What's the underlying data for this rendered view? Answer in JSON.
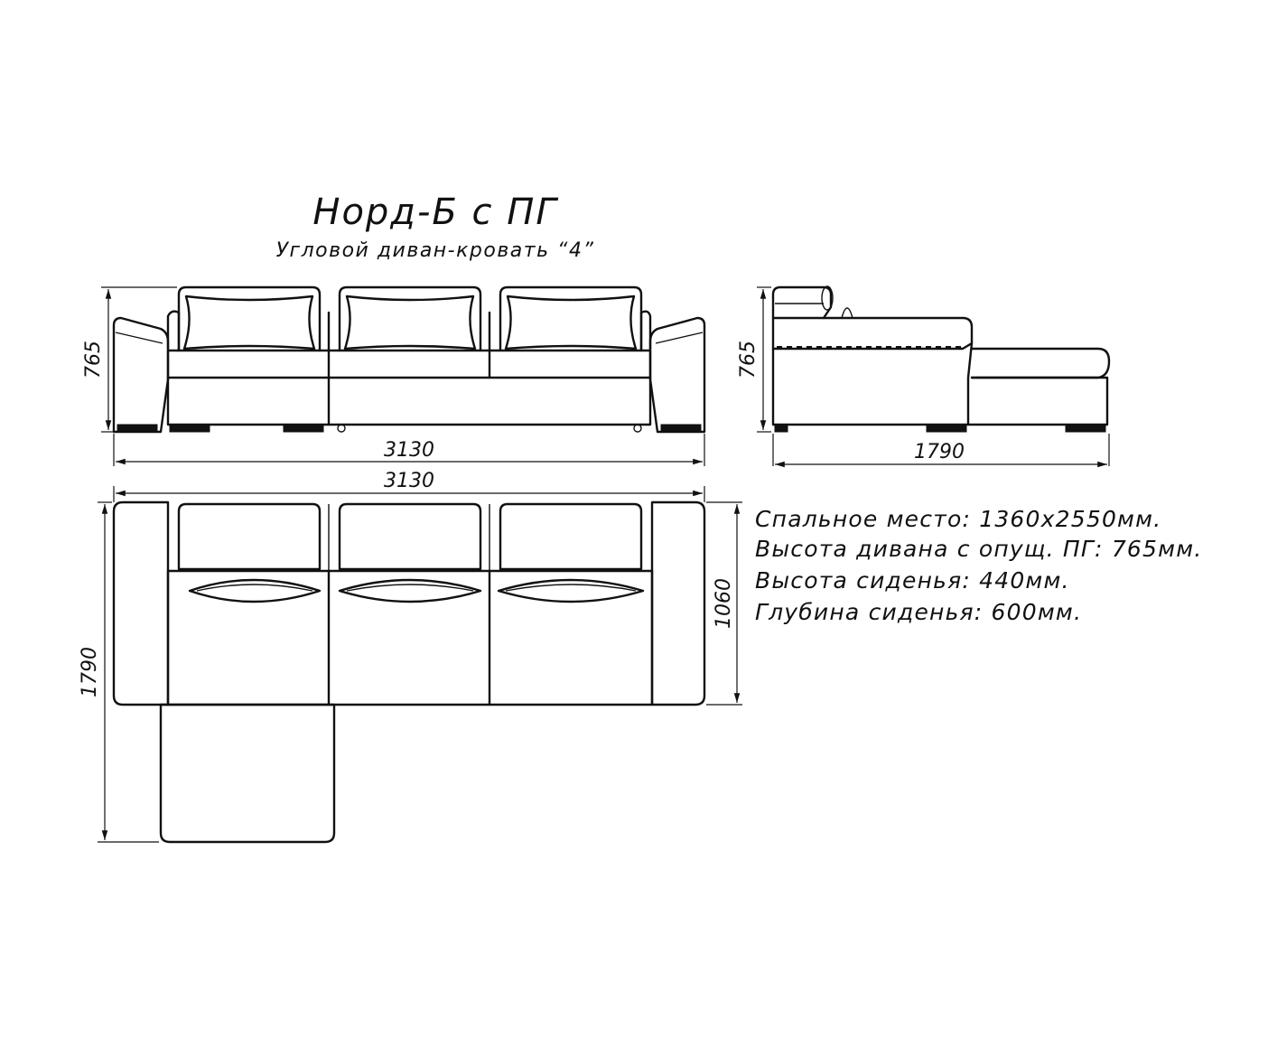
{
  "title": "Норд-Б с ПГ",
  "subtitle": "Угловой диван-кровать “4”",
  "front_view": {
    "height_label": "765",
    "width_label": "3130"
  },
  "side_view": {
    "height_label": "765",
    "width_label": "1790"
  },
  "plan_view": {
    "width_label": "3130",
    "depth_label": "1790",
    "back_depth_label": "1060"
  },
  "specs": [
    "Спальное место: 1360х2550мм.",
    "Высота дивана с опущ. ПГ: 765мм.",
    "Высота сиденья: 440мм.",
    "Глубина сиденья: 600мм."
  ],
  "colors": {
    "line": "#111111",
    "background": "#ffffff"
  }
}
